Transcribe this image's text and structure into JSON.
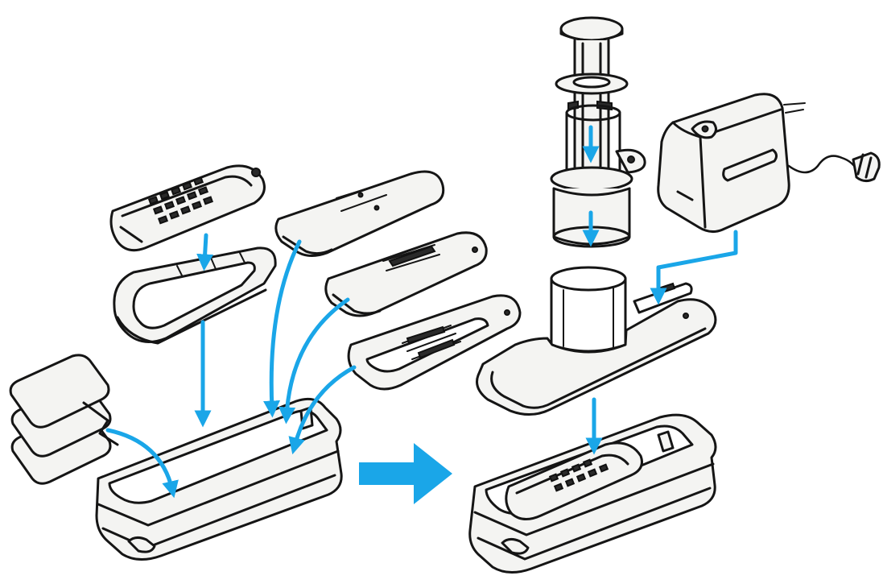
{
  "colors": {
    "arrow": "#1aa6e8",
    "ink": "#151515",
    "paper": "#ffffff"
  },
  "parts": [
    "grid-blade-insert",
    "blade-holder-frame",
    "flat-cover-plate",
    "slicer-blade-insert",
    "grater-blade-insert",
    "spacer-plates",
    "storage-tray",
    "pusher",
    "feed-chute",
    "motor-unit",
    "lid-base",
    "assembled-unit"
  ]
}
